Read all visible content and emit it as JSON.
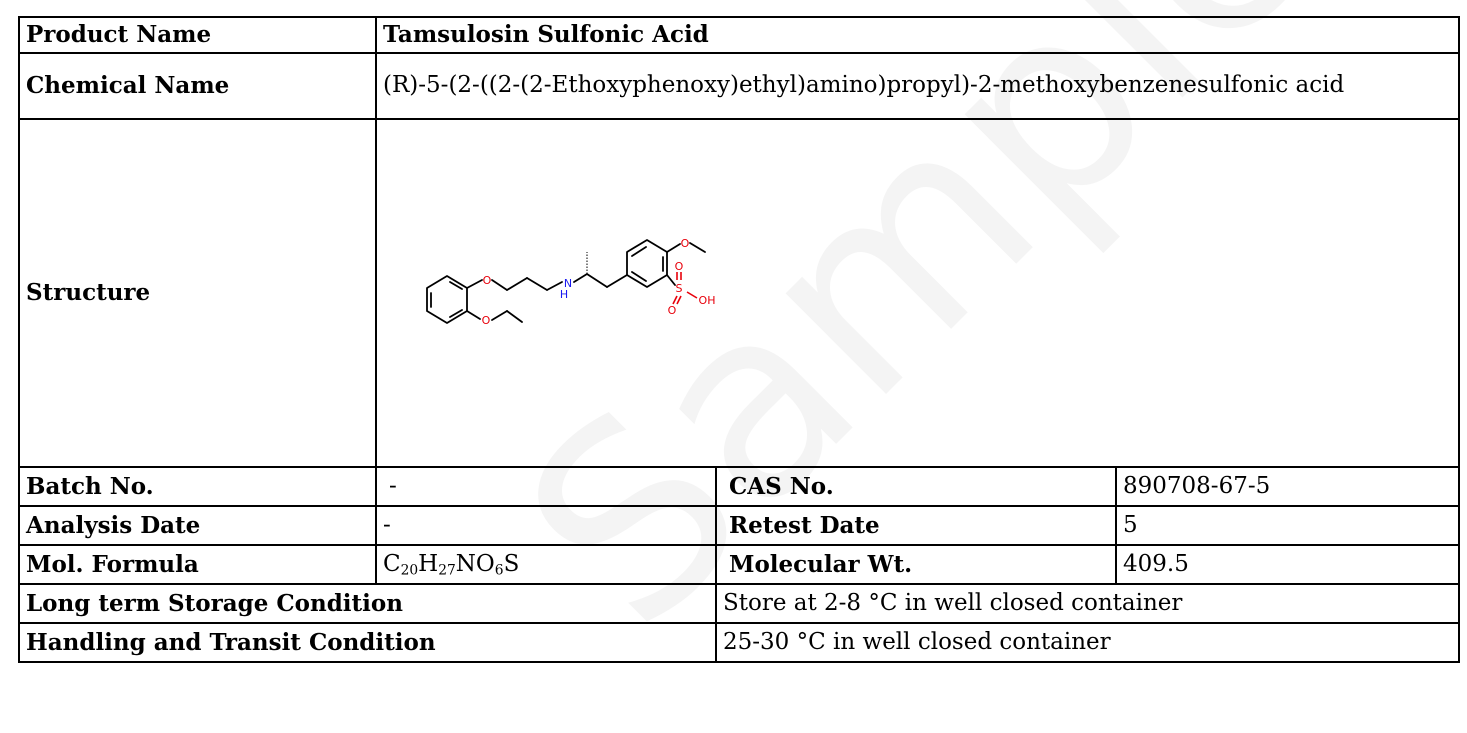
{
  "product_name_label": "Product Name",
  "product_name_value": "Tamsulosin Sulfonic Acid",
  "chemical_name_label": "Chemical Name",
  "chemical_name_value": "(R)-5-(2-((2-(2-Ethoxyphenoxy)ethyl)amino)propyl)-2-methoxybenzenesulfonic acid",
  "structure_label": "Structure",
  "structure_atoms": {
    "o_ether1": "O",
    "o_ether2": "O",
    "nh": "N",
    "h": "H",
    "o_methoxy": "O",
    "o_sulfonyl1": "O",
    "s": "S",
    "o_sulfonyl2": "O",
    "oh": "OH"
  },
  "batch_no_label": "Batch No.",
  "batch_no_value": "-",
  "cas_no_label": "CAS No.",
  "cas_no_value": "890708-67-5",
  "analysis_date_label": "Analysis Date",
  "analysis_date_value": "-",
  "retest_date_label": "Retest Date",
  "retest_date_value": "5",
  "mol_formula_label": "Mol. Formula",
  "mol_formula": {
    "c": "C",
    "c_n": "20",
    "h": "H",
    "h_n": "27",
    "no": "NO",
    "o_n": "6",
    "s": "S"
  },
  "molecular_wt_label": "Molecular Wt.",
  "molecular_wt_value": "409.5",
  "storage_label": "Long term Storage Condition",
  "storage_value": "Store at 2-8 °C in well closed container",
  "handling_label": "Handling and Transit Condition",
  "handling_value": "25-30 °C in well closed container",
  "watermark_text": "Sample COA",
  "colors": {
    "oxygen": "#e8000b",
    "nitrogen": "#1a1af0",
    "bond": "#000000"
  }
}
